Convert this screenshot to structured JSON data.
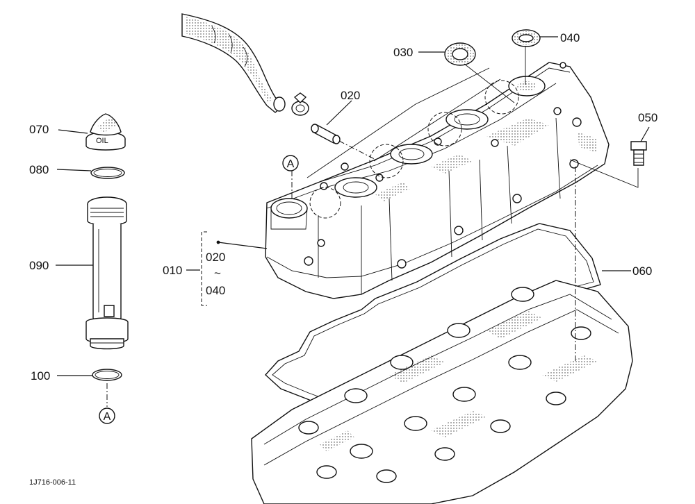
{
  "parts": {
    "p010": "010",
    "p020": "020",
    "p030": "030",
    "p040": "040",
    "p050": "050",
    "p060": "060",
    "p070": "070",
    "p080": "080",
    "p090": "090",
    "p100": "100"
  },
  "range": {
    "from": "020",
    "tilde": "~",
    "to": "040"
  },
  "reference_mark": "A",
  "figure_code": "1J716-006-11"
}
